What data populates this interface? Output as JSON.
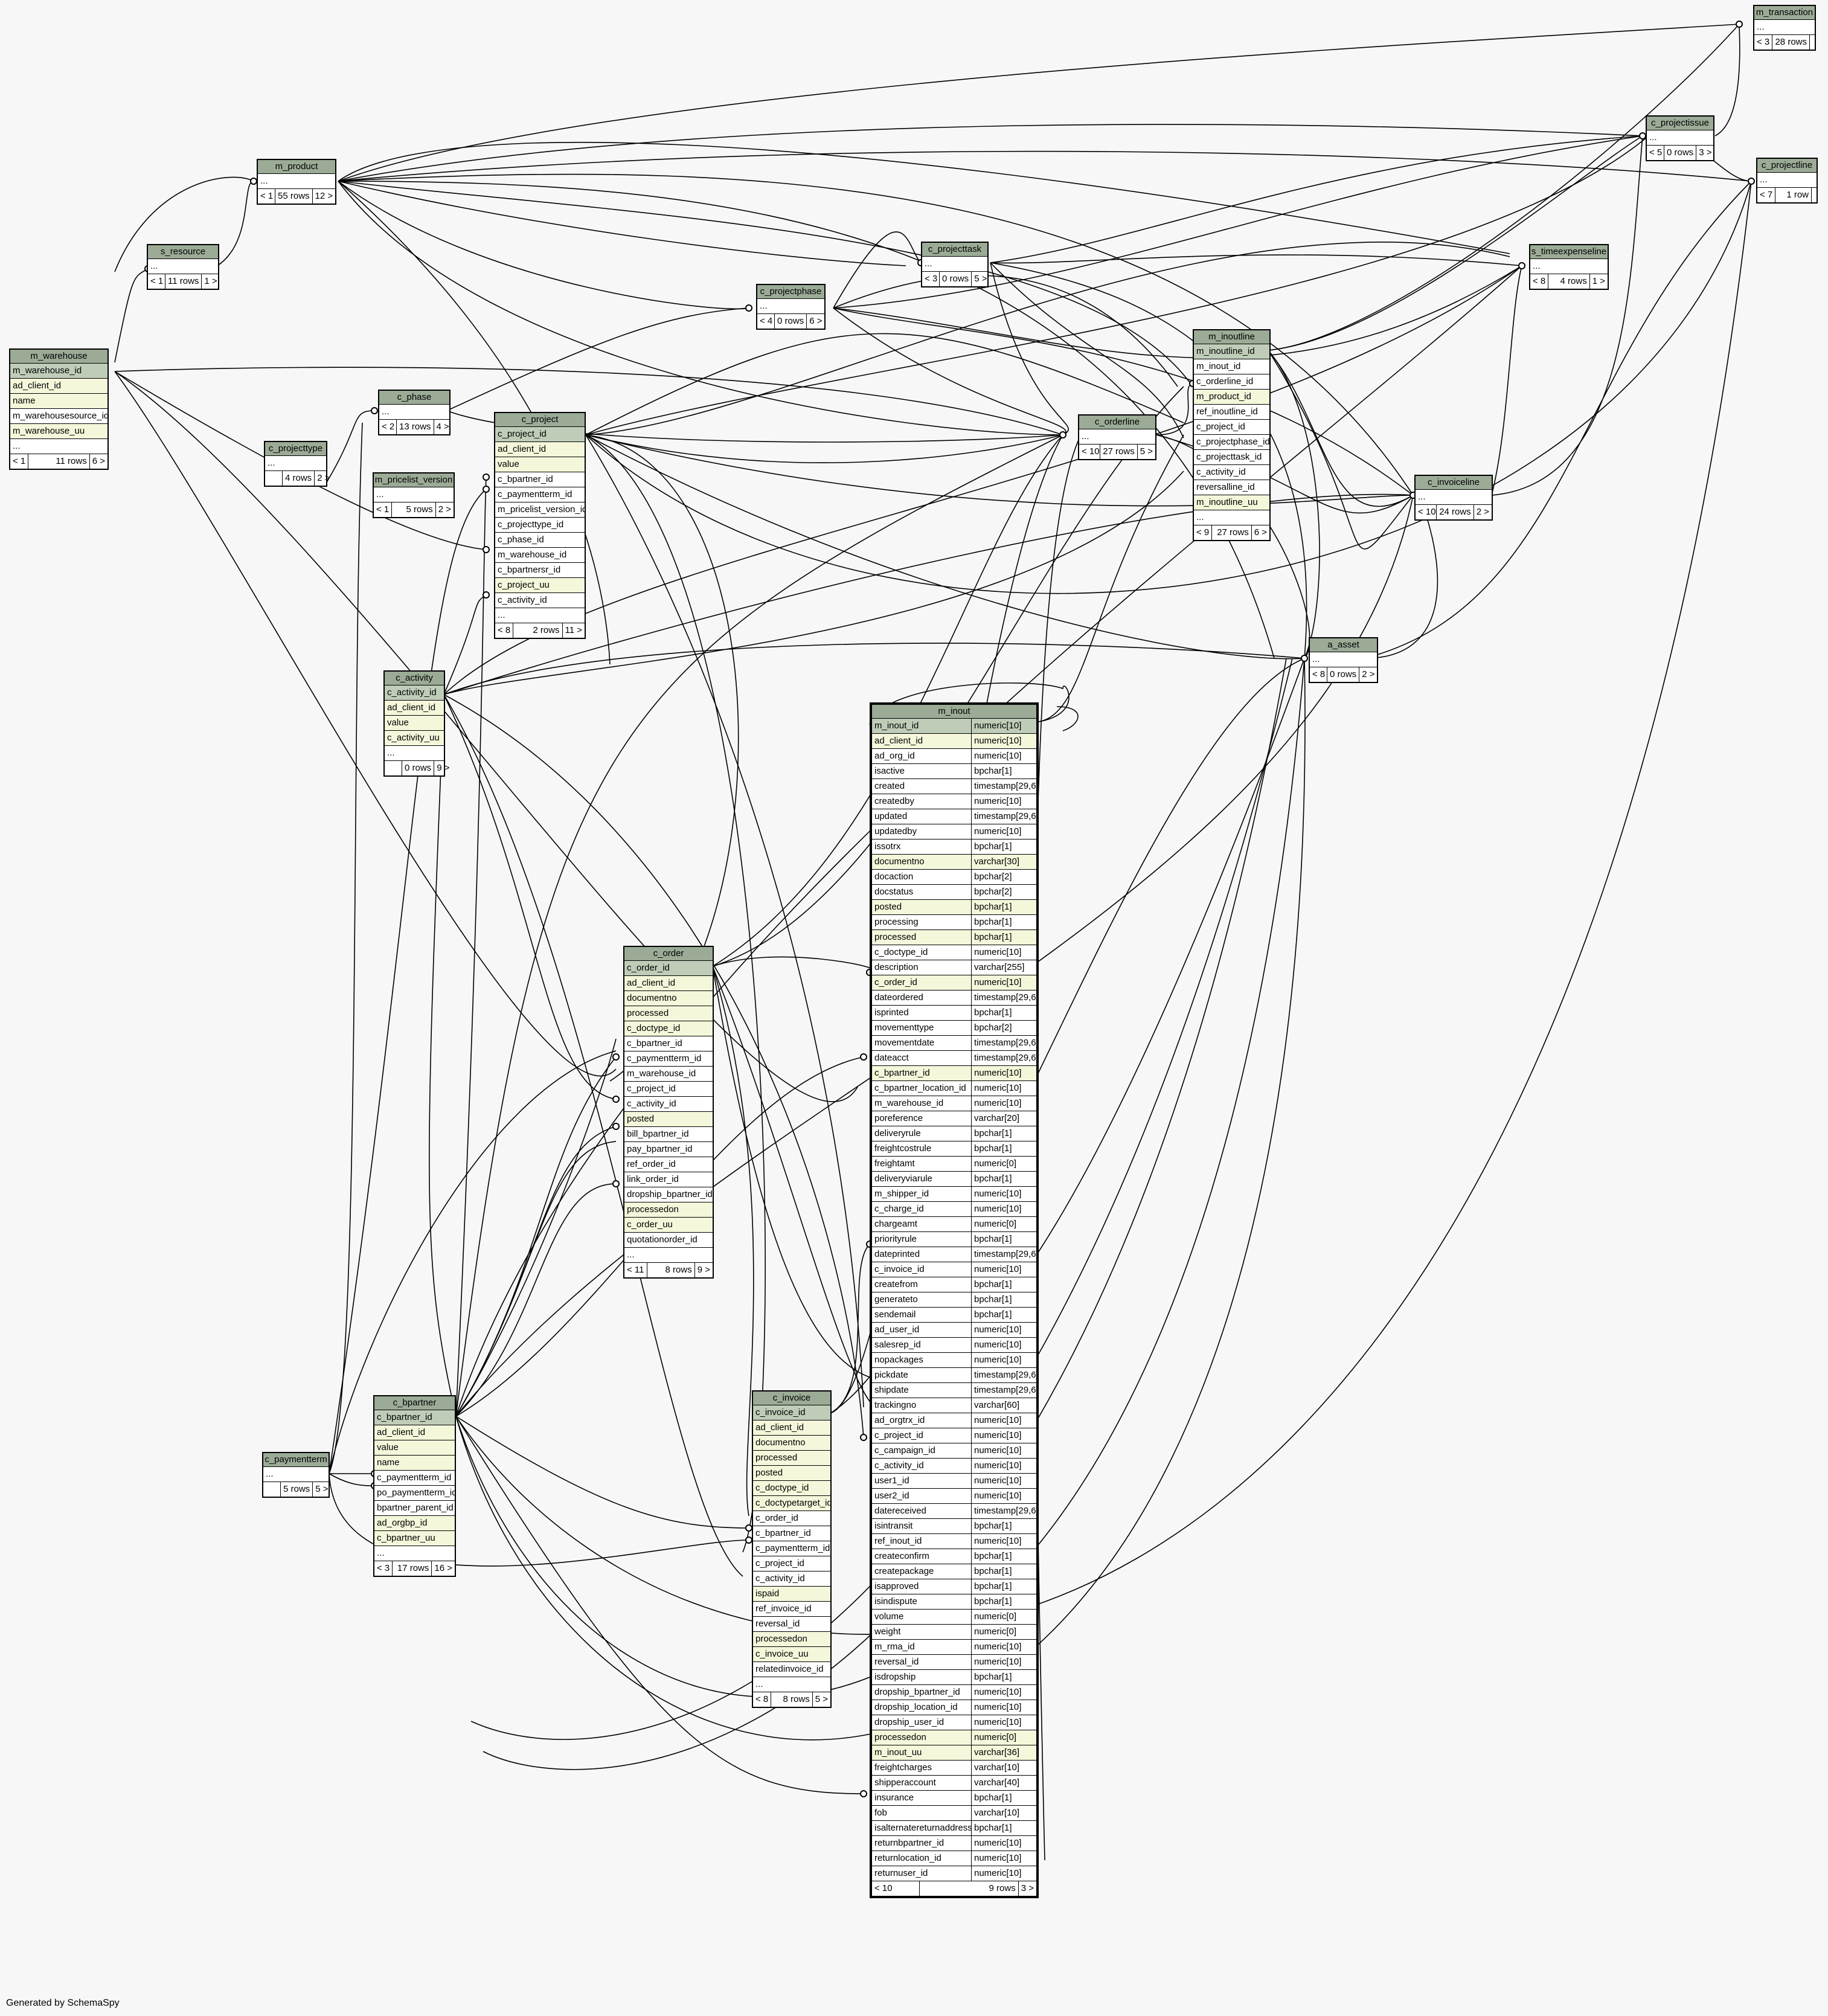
{
  "footer_text": "Generated by SchemaSpy",
  "tables": {
    "m_transaction": {
      "name": "m_transaction",
      "rows": [
        "..."
      ],
      "foot": [
        "< 3",
        "28 rows",
        ""
      ]
    },
    "c_projectissue": {
      "name": "c_projectissue",
      "rows": [
        "..."
      ],
      "foot": [
        "< 5",
        "0 rows",
        "3 >"
      ]
    },
    "c_projectline": {
      "name": "c_projectline",
      "rows": [
        "..."
      ],
      "foot": [
        "< 7",
        "1 row",
        ""
      ]
    },
    "m_product": {
      "name": "m_product",
      "rows": [
        "..."
      ],
      "foot": [
        "< 1",
        "55 rows",
        "12 >"
      ]
    },
    "s_resource": {
      "name": "s_resource",
      "rows": [
        "..."
      ],
      "foot": [
        "< 1",
        "11 rows",
        "1 >"
      ]
    },
    "c_projecttask": {
      "name": "c_projecttask",
      "rows": [
        "..."
      ],
      "foot": [
        "< 3",
        "0 rows",
        "5 >"
      ]
    },
    "s_timeexpenseline": {
      "name": "s_timeexpenseline",
      "rows": [
        "..."
      ],
      "foot": [
        "< 8",
        "4 rows",
        "1 >"
      ]
    },
    "c_projectphase": {
      "name": "c_projectphase",
      "rows": [
        "..."
      ],
      "foot": [
        "< 4",
        "0 rows",
        "6 >"
      ]
    },
    "m_inoutline": {
      "name": "m_inoutline",
      "rows": [
        "m_inoutline_id",
        "m_inout_id",
        "c_orderline_id",
        "m_product_id",
        "ref_inoutline_id",
        "c_project_id",
        "c_projectphase_id",
        "c_projecttask_id",
        "c_activity_id",
        "reversalline_id",
        "m_inoutline_uu",
        "..."
      ],
      "foot": [
        "< 9",
        "27 rows",
        "6 >"
      ]
    },
    "m_warehouse": {
      "name": "m_warehouse",
      "rows": [
        "m_warehouse_id",
        "ad_client_id",
        "name",
        "m_warehousesource_id",
        "m_warehouse_uu",
        "..."
      ],
      "foot": [
        "< 1",
        "11 rows",
        "6 >"
      ]
    },
    "c_phase": {
      "name": "c_phase",
      "rows": [
        "..."
      ],
      "foot": [
        "< 2",
        "13 rows",
        "4 >"
      ]
    },
    "c_project": {
      "name": "c_project",
      "rows": [
        "c_project_id",
        "ad_client_id",
        "value",
        "c_bpartner_id",
        "c_paymentterm_id",
        "m_pricelist_version_id",
        "c_projecttype_id",
        "c_phase_id",
        "m_warehouse_id",
        "c_bpartnersr_id",
        "c_project_uu",
        "c_activity_id",
        "..."
      ],
      "foot": [
        "< 8",
        "2 rows",
        "11 >"
      ]
    },
    "c_orderline": {
      "name": "c_orderline",
      "rows": [
        "..."
      ],
      "foot": [
        "< 10",
        "27 rows",
        "5 >"
      ]
    },
    "c_projecttype": {
      "name": "c_projecttype",
      "rows": [
        "..."
      ],
      "foot": [
        "",
        "4 rows",
        "2 >"
      ]
    },
    "m_pricelist_version": {
      "name": "m_pricelist_version",
      "rows": [
        "..."
      ],
      "foot": [
        "< 1",
        "5 rows",
        "2 >"
      ]
    },
    "c_invoiceline": {
      "name": "c_invoiceline",
      "rows": [
        "..."
      ],
      "foot": [
        "< 10",
        "24 rows",
        "2 >"
      ]
    },
    "a_asset": {
      "name": "a_asset",
      "rows": [
        "..."
      ],
      "foot": [
        "< 8",
        "0 rows",
        "2 >"
      ]
    },
    "c_activity": {
      "name": "c_activity",
      "rows": [
        "c_activity_id",
        "ad_client_id",
        "value",
        "c_activity_uu",
        "..."
      ],
      "foot": [
        "",
        "0 rows",
        "9 >"
      ]
    },
    "c_order": {
      "name": "c_order",
      "rows": [
        "c_order_id",
        "ad_client_id",
        "documentno",
        "processed",
        "c_doctype_id",
        "c_bpartner_id",
        "c_paymentterm_id",
        "m_warehouse_id",
        "c_project_id",
        "c_activity_id",
        "posted",
        "bill_bpartner_id",
        "pay_bpartner_id",
        "ref_order_id",
        "link_order_id",
        "dropship_bpartner_id",
        "processedon",
        "c_order_uu",
        "quotationorder_id",
        "..."
      ],
      "foot": [
        "< 11",
        "8 rows",
        "9 >"
      ]
    },
    "c_invoice": {
      "name": "c_invoice",
      "rows": [
        "c_invoice_id",
        "ad_client_id",
        "documentno",
        "processed",
        "posted",
        "c_doctype_id",
        "c_doctypetarget_id",
        "c_order_id",
        "c_bpartner_id",
        "c_paymentterm_id",
        "c_project_id",
        "c_activity_id",
        "ispaid",
        "ref_invoice_id",
        "reversal_id",
        "processedon",
        "c_invoice_uu",
        "relatedinvoice_id",
        "..."
      ],
      "foot": [
        "< 8",
        "8 rows",
        "5 >"
      ]
    },
    "c_bpartner": {
      "name": "c_bpartner",
      "rows": [
        "c_bpartner_id",
        "ad_client_id",
        "value",
        "name",
        "c_paymentterm_id",
        "po_paymentterm_id",
        "bpartner_parent_id",
        "ad_orgbp_id",
        "c_bpartner_uu",
        "..."
      ],
      "foot": [
        "< 3",
        "17 rows",
        "16 >"
      ]
    },
    "c_paymentterm": {
      "name": "c_paymentterm",
      "rows": [
        "..."
      ],
      "foot": [
        "",
        "5 rows",
        "5 >"
      ]
    }
  },
  "m_inout": {
    "name": "m_inout",
    "columns": [
      [
        "m_inout_id",
        "numeric[10]"
      ],
      [
        "ad_client_id",
        "numeric[10]"
      ],
      [
        "ad_org_id",
        "numeric[10]"
      ],
      [
        "isactive",
        "bpchar[1]"
      ],
      [
        "created",
        "timestamp[29,6]"
      ],
      [
        "createdby",
        "numeric[10]"
      ],
      [
        "updated",
        "timestamp[29,6]"
      ],
      [
        "updatedby",
        "numeric[10]"
      ],
      [
        "issotrx",
        "bpchar[1]"
      ],
      [
        "documentno",
        "varchar[30]"
      ],
      [
        "docaction",
        "bpchar[2]"
      ],
      [
        "docstatus",
        "bpchar[2]"
      ],
      [
        "posted",
        "bpchar[1]"
      ],
      [
        "processing",
        "bpchar[1]"
      ],
      [
        "processed",
        "bpchar[1]"
      ],
      [
        "c_doctype_id",
        "numeric[10]"
      ],
      [
        "description",
        "varchar[255]"
      ],
      [
        "c_order_id",
        "numeric[10]"
      ],
      [
        "dateordered",
        "timestamp[29,6]"
      ],
      [
        "isprinted",
        "bpchar[1]"
      ],
      [
        "movementtype",
        "bpchar[2]"
      ],
      [
        "movementdate",
        "timestamp[29,6]"
      ],
      [
        "dateacct",
        "timestamp[29,6]"
      ],
      [
        "c_bpartner_id",
        "numeric[10]"
      ],
      [
        "c_bpartner_location_id",
        "numeric[10]"
      ],
      [
        "m_warehouse_id",
        "numeric[10]"
      ],
      [
        "poreference",
        "varchar[20]"
      ],
      [
        "deliveryrule",
        "bpchar[1]"
      ],
      [
        "freightcostrule",
        "bpchar[1]"
      ],
      [
        "freightamt",
        "numeric[0]"
      ],
      [
        "deliveryviarule",
        "bpchar[1]"
      ],
      [
        "m_shipper_id",
        "numeric[10]"
      ],
      [
        "c_charge_id",
        "numeric[10]"
      ],
      [
        "chargeamt",
        "numeric[0]"
      ],
      [
        "priorityrule",
        "bpchar[1]"
      ],
      [
        "dateprinted",
        "timestamp[29,6]"
      ],
      [
        "c_invoice_id",
        "numeric[10]"
      ],
      [
        "createfrom",
        "bpchar[1]"
      ],
      [
        "generateto",
        "bpchar[1]"
      ],
      [
        "sendemail",
        "bpchar[1]"
      ],
      [
        "ad_user_id",
        "numeric[10]"
      ],
      [
        "salesrep_id",
        "numeric[10]"
      ],
      [
        "nopackages",
        "numeric[10]"
      ],
      [
        "pickdate",
        "timestamp[29,6]"
      ],
      [
        "shipdate",
        "timestamp[29,6]"
      ],
      [
        "trackingno",
        "varchar[60]"
      ],
      [
        "ad_orgtrx_id",
        "numeric[10]"
      ],
      [
        "c_project_id",
        "numeric[10]"
      ],
      [
        "c_campaign_id",
        "numeric[10]"
      ],
      [
        "c_activity_id",
        "numeric[10]"
      ],
      [
        "user1_id",
        "numeric[10]"
      ],
      [
        "user2_id",
        "numeric[10]"
      ],
      [
        "datereceived",
        "timestamp[29,6]"
      ],
      [
        "isintransit",
        "bpchar[1]"
      ],
      [
        "ref_inout_id",
        "numeric[10]"
      ],
      [
        "createconfirm",
        "bpchar[1]"
      ],
      [
        "createpackage",
        "bpchar[1]"
      ],
      [
        "isapproved",
        "bpchar[1]"
      ],
      [
        "isindispute",
        "bpchar[1]"
      ],
      [
        "volume",
        "numeric[0]"
      ],
      [
        "weight",
        "numeric[0]"
      ],
      [
        "m_rma_id",
        "numeric[10]"
      ],
      [
        "reversal_id",
        "numeric[10]"
      ],
      [
        "isdropship",
        "bpchar[1]"
      ],
      [
        "dropship_bpartner_id",
        "numeric[10]"
      ],
      [
        "dropship_location_id",
        "numeric[10]"
      ],
      [
        "dropship_user_id",
        "numeric[10]"
      ],
      [
        "processedon",
        "numeric[0]"
      ],
      [
        "m_inout_uu",
        "varchar[36]"
      ],
      [
        "freightcharges",
        "varchar[10]"
      ],
      [
        "shipperaccount",
        "varchar[40]"
      ],
      [
        "insurance",
        "bpchar[1]"
      ],
      [
        "fob",
        "varchar[10]"
      ],
      [
        "isalternatereturnaddress",
        "bpchar[1]"
      ],
      [
        "returnbpartner_id",
        "numeric[10]"
      ],
      [
        "returnlocation_id",
        "numeric[10]"
      ],
      [
        "returnuser_id",
        "numeric[10]"
      ]
    ],
    "foot": [
      "< 10",
      "9 rows",
      "3 >"
    ]
  }
}
